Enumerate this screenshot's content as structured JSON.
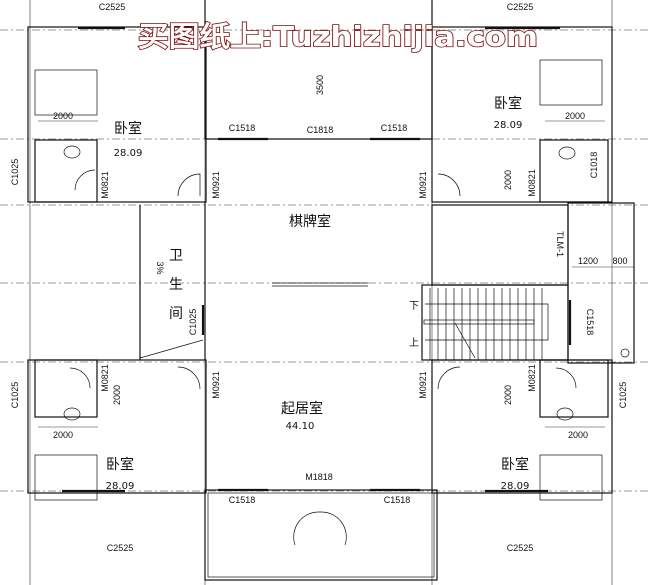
{
  "watermark": "买图纸上:Tuzhizhijia.com",
  "rooms": {
    "bedroom_top_left": {
      "name": "卧室",
      "area": "28.09"
    },
    "bedroom_top_right": {
      "name": "卧室",
      "area": "28.09"
    },
    "bedroom_bottom_left": {
      "name": "卧室",
      "area": "28.09"
    },
    "bedroom_bottom_right": {
      "name": "卧室",
      "area": "28.09"
    },
    "chess_room": {
      "name": "棋牌室"
    },
    "bathroom": {
      "name_chars": [
        "卫",
        "生",
        "间"
      ],
      "slope": "3%"
    },
    "living_room": {
      "name": "起居室",
      "area": "44.10"
    },
    "stair": {
      "down": "下",
      "up": "上"
    }
  },
  "openings": {
    "top_left_window": "C2525",
    "top_right_window": "C2525",
    "bottom_left_window": "C2525",
    "bottom_right_window": "C2525",
    "top_mid_window_left": "C1518",
    "top_mid_window_center": "C1818",
    "top_mid_window_right": "C1518",
    "bottom_mid_window_left": "C1518",
    "bottom_mid_window_right": "C1518",
    "entry_door": "M1818",
    "tl_bath_window": "C1025",
    "tl_bath_door": "M0821",
    "tl_bedroom_door": "M0921",
    "tr_bedroom_door": "M0921",
    "tr_bath_door": "M0821",
    "tr_bath_window": "C1018",
    "bathroom_window": "C1025",
    "sliding_door": "TLM-1",
    "stair_window": "C1518",
    "bl_bath_window": "C1025",
    "bl_bath_door": "M0821",
    "bl_bedroom_door": "M0921",
    "br_bedroom_door": "M0921",
    "br_bath_door": "M0821",
    "br_bath_window": "C1025"
  },
  "dimensions": {
    "top_mid_depth": "3500",
    "tl_bed": "2000",
    "tr_bed": "2000",
    "tr_bath": "2000",
    "bl_bath": "2000",
    "br_bath": "2000",
    "bl_bed": "2000",
    "br_bed": "2000",
    "balcony_a": "1200",
    "balcony_b": "800"
  }
}
